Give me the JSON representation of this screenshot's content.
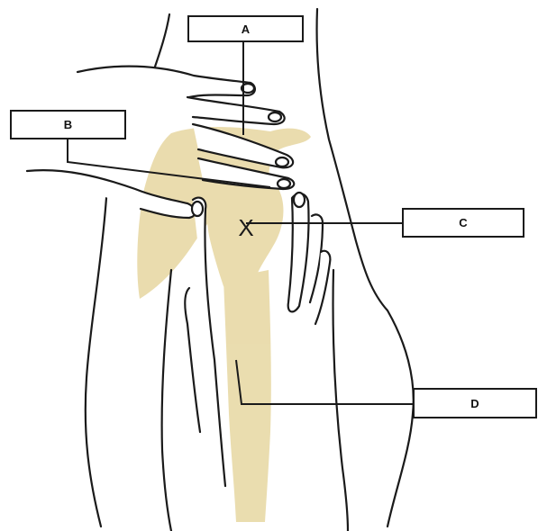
{
  "labels": {
    "a": "A",
    "b": "B",
    "c": "C",
    "d": "D"
  },
  "marker": "X",
  "colors": {
    "bone": "#e8d9a6",
    "outline": "#1a1a1a",
    "background": "#ffffff"
  }
}
